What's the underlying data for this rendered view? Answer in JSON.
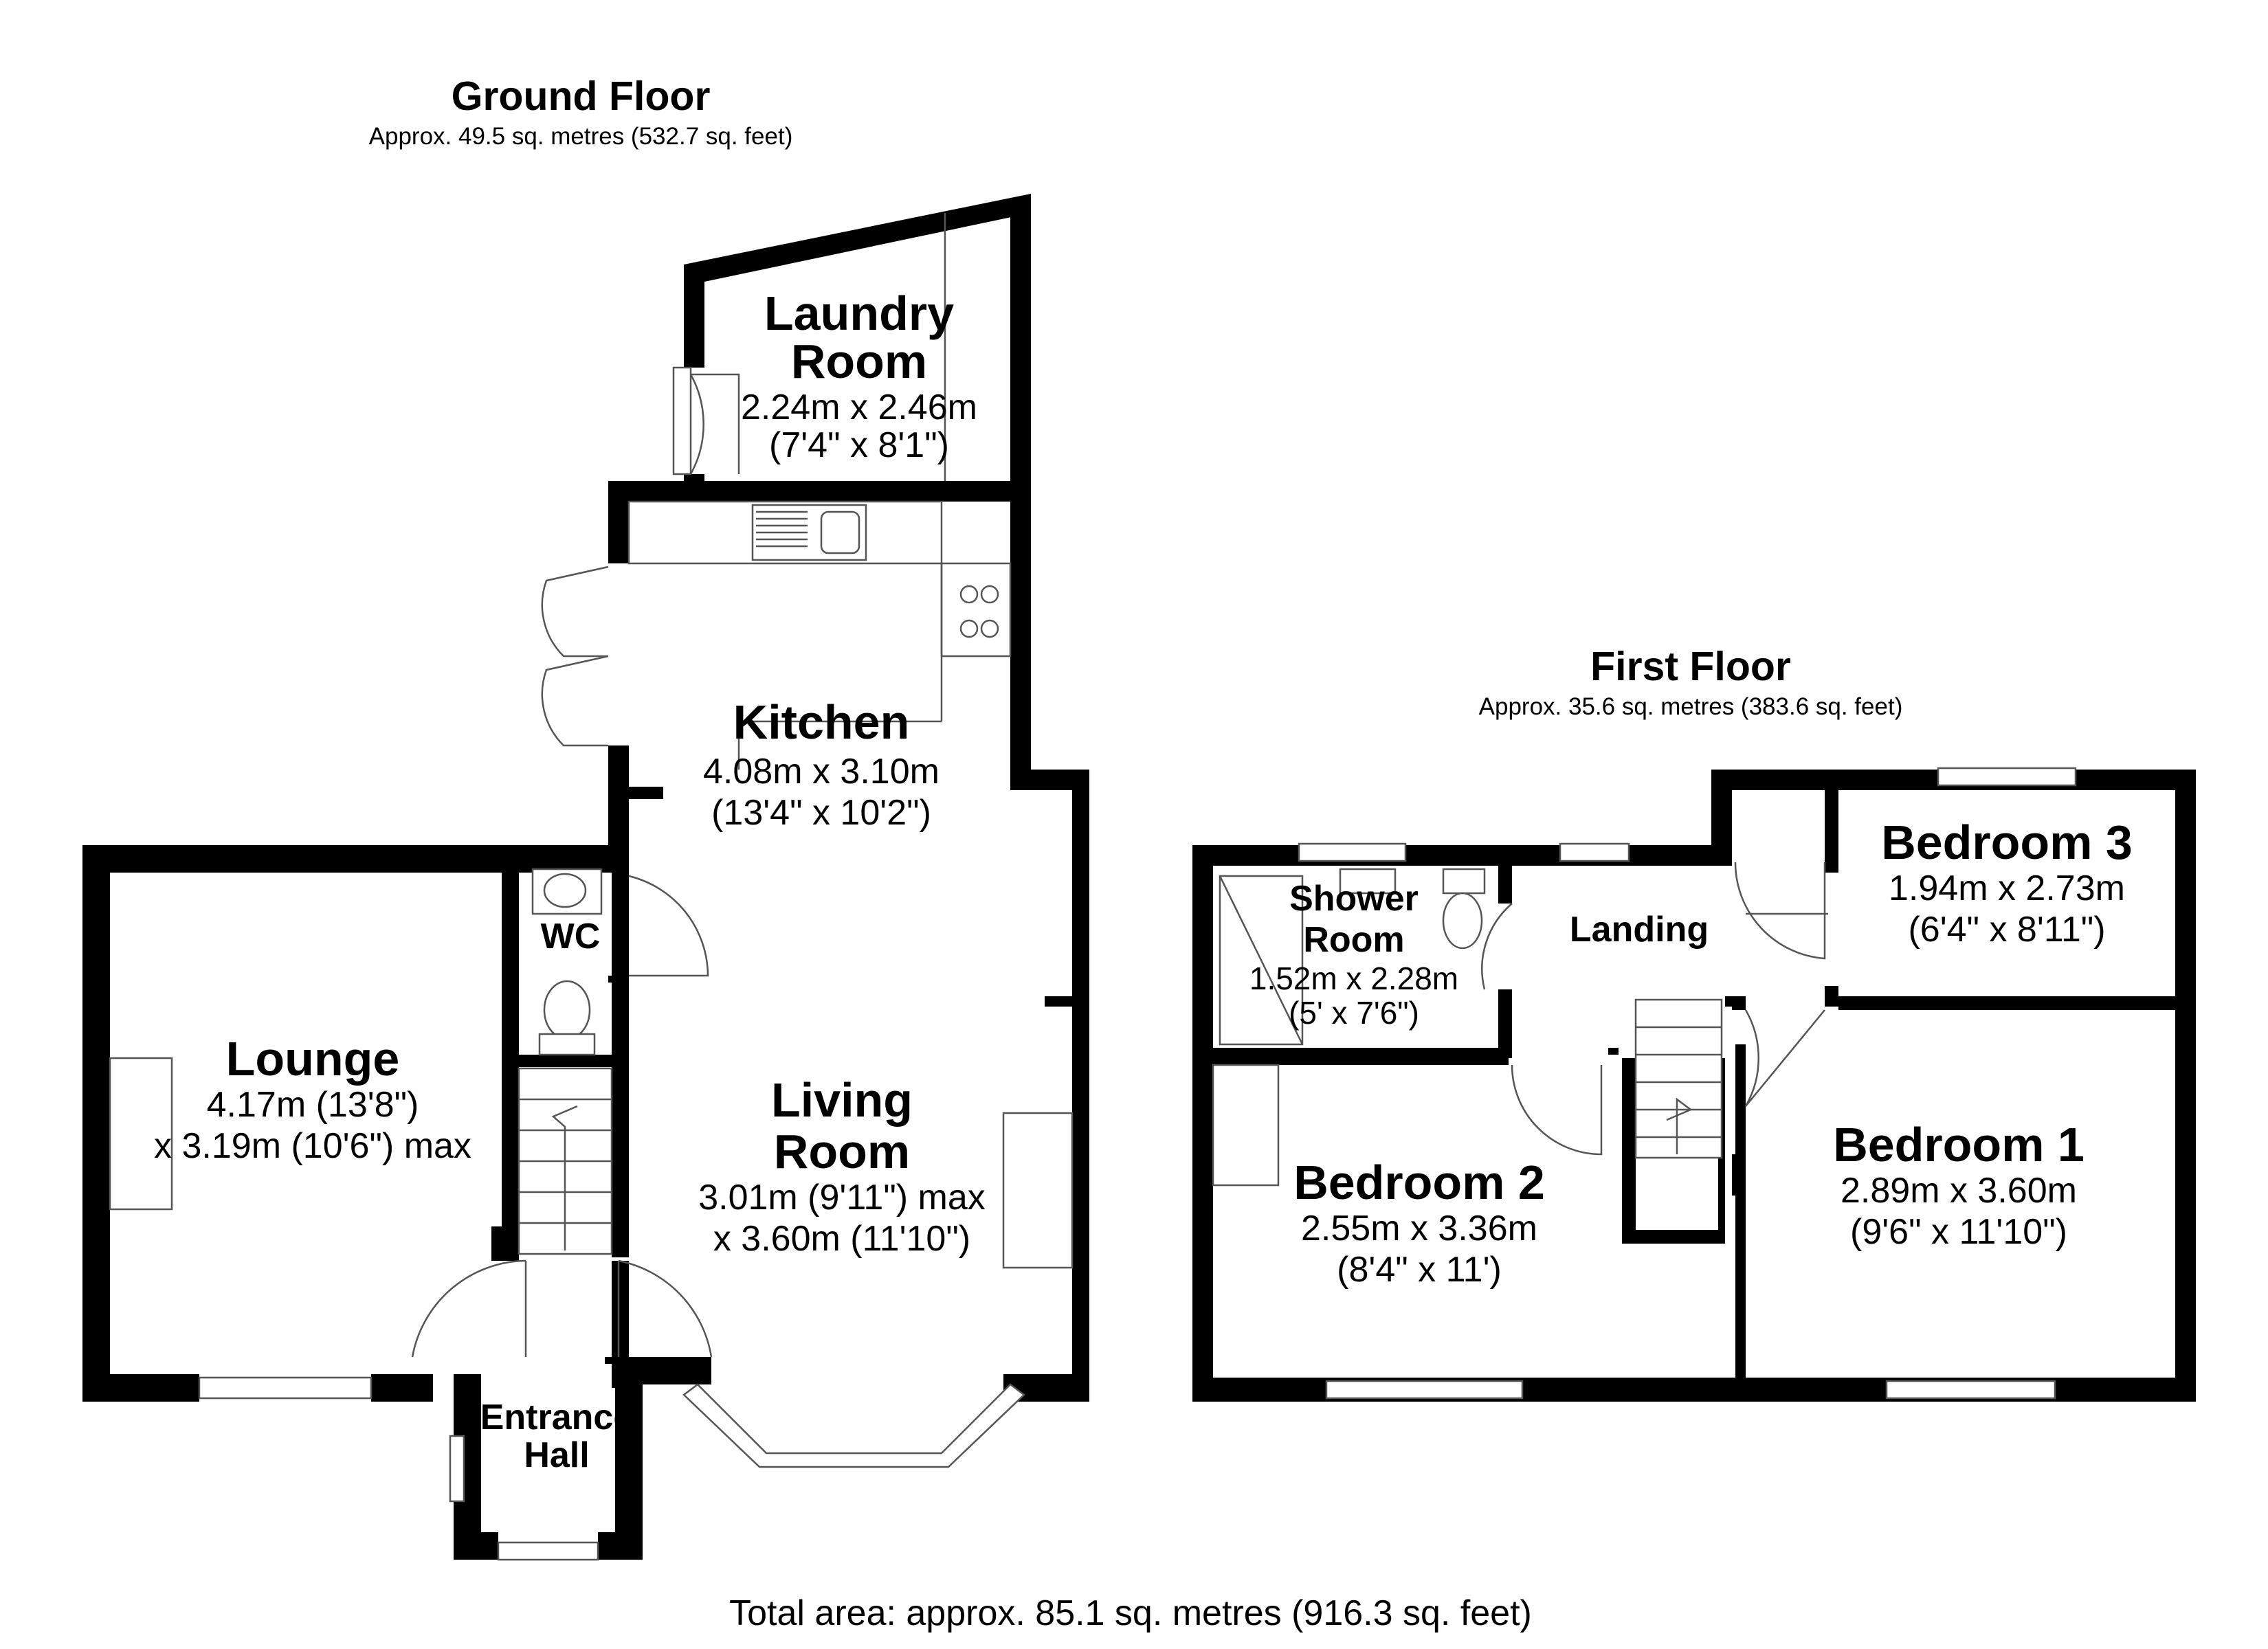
{
  "ground_floor": {
    "title": "Ground Floor",
    "area": "Approx. 49.5 sq. metres (532.7 sq. feet)",
    "rooms": {
      "laundry": {
        "name_1": "Laundry",
        "name_2": "Room",
        "dim_1": "2.24m x 2.46m",
        "dim_2": "(7'4\" x 8'1\")"
      },
      "kitchen": {
        "name_1": "Kitchen",
        "dim_1": "4.08m x 3.10m",
        "dim_2": "(13'4\" x 10'2\")"
      },
      "wc": {
        "name_1": "WC"
      },
      "lounge": {
        "name_1": "Lounge",
        "dim_1": "4.17m (13'8\")",
        "dim_2": "x 3.19m (10'6\") max"
      },
      "living": {
        "name_1": "Living",
        "name_2": "Room",
        "dim_1": "3.01m (9'11\") max",
        "dim_2": "x 3.60m (11'10\")"
      },
      "entrance": {
        "name_1": "Entrance",
        "name_2": "Hall"
      }
    }
  },
  "first_floor": {
    "title": "First Floor",
    "area": "Approx. 35.6 sq. metres (383.6 sq. feet)",
    "rooms": {
      "shower": {
        "name_1": "Shower",
        "name_2": "Room",
        "dim_1": "1.52m x 2.28m",
        "dim_2": "(5' x 7'6\")"
      },
      "landing": {
        "name_1": "Landing"
      },
      "bedroom3": {
        "name_1": "Bedroom 3",
        "dim_1": "1.94m x 2.73m",
        "dim_2": "(6'4\" x 8'11\")"
      },
      "bedroom2": {
        "name_1": "Bedroom 2",
        "dim_1": "2.55m x 3.36m",
        "dim_2": "(8'4\" x 11')"
      },
      "bedroom1": {
        "name_1": "Bedroom 1",
        "dim_1": "2.89m x 3.60m",
        "dim_2": "(9'6\" x 11'10\")"
      }
    }
  },
  "total_area": "Total area: approx. 85.1 sq. metres (916.3 sq. feet)"
}
